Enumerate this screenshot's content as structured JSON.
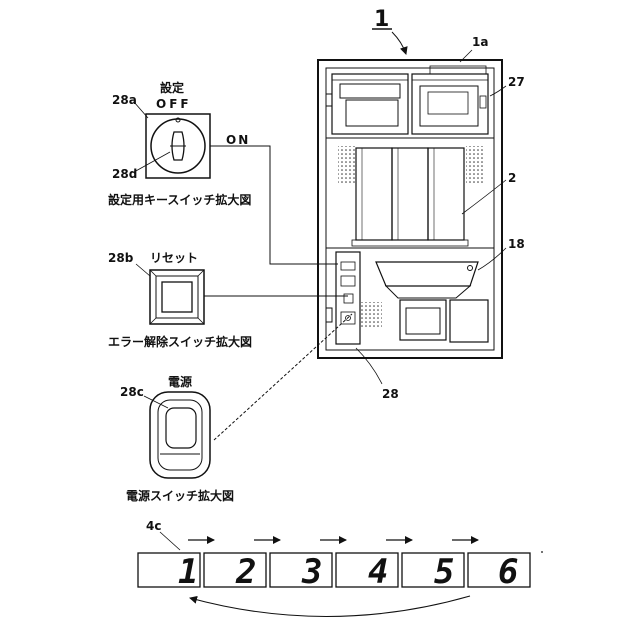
{
  "figure": {
    "ref_main": "1",
    "ref_1a": "1a",
    "ref_27": "27",
    "ref_2": "2",
    "ref_18": "18",
    "ref_28": "28",
    "ref_28a": "28a",
    "ref_28b": "28b",
    "ref_28c": "28c",
    "ref_28d": "28d",
    "ref_4c": "4c"
  },
  "key_switch": {
    "title": "設定",
    "off_label": "OFF",
    "on_label": "ON",
    "caption": "設定用キースイッチ拡大図"
  },
  "reset_switch": {
    "title": "リセット",
    "caption": "エラー解除スイッチ拡大図"
  },
  "power_switch": {
    "title": "電源",
    "caption": "電源スイッチ拡大図"
  },
  "display": {
    "digits": [
      "1",
      "2",
      "3",
      "4",
      "5",
      "6"
    ]
  }
}
